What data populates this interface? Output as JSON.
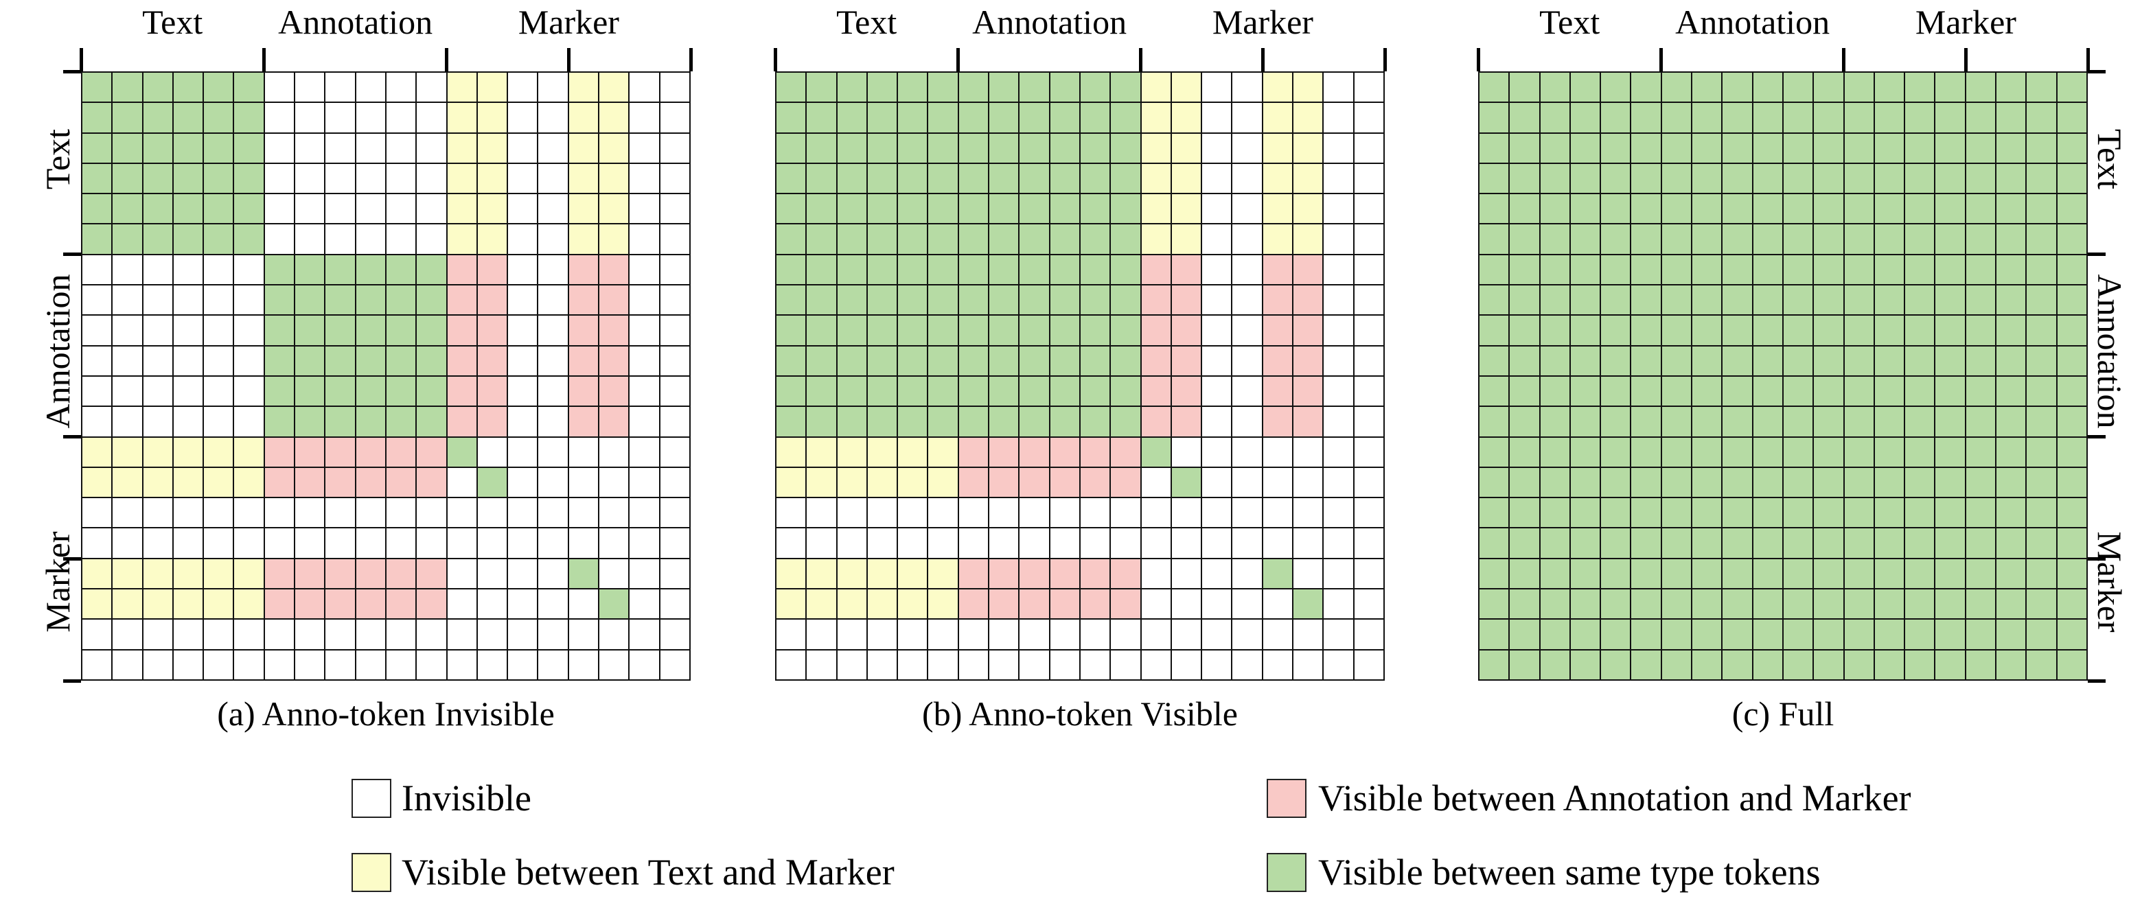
{
  "figure": {
    "group_labels": [
      "Text",
      "Annotation",
      "Marker"
    ],
    "tick_positions": [
      0,
      6,
      12,
      16,
      20
    ],
    "grid_size": 20,
    "colors": {
      "G": "#b6dba4",
      "Y": "#fcfcc8",
      "P": "#f9c9c6",
      "W": "#ffffff"
    },
    "panels": [
      {
        "caption": "(a) Anno-token Invisible",
        "row_labels_side": "left",
        "rows": [
          "GGGGGGWWWWWWYYWWYYWW",
          "GGGGGGWWWWWWYYWWYYWW",
          "GGGGGGWWWWWWYYWWYYWW",
          "GGGGGGWWWWWWYYWWYYWW",
          "GGGGGGWWWWWWYYWWYYWW",
          "GGGGGGWWWWWWYYWWYYWW",
          "WWWWWWGGGGGGPPWWPPWW",
          "WWWWWWGGGGGGPPWWPPWW",
          "WWWWWWGGGGGGPPWWPPWW",
          "WWWWWWGGGGGGPPWWPPWW",
          "WWWWWWGGGGGGPPWWPPWW",
          "WWWWWWGGGGGGPPWWPPWW",
          "YYYYYYPPPPPPGWWWWWWW",
          "YYYYYYPPPPPPWGWWWWWW",
          "WWWWWWWWWWWWWWWWWWWW",
          "WWWWWWWWWWWWWWWWWWWW",
          "YYYYYYPPPPPPWWWWGWWW",
          "YYYYYYPPPPPPWWWWWGWW",
          "WWWWWWWWWWWWWWWWWWWW",
          "WWWWWWWWWWWWWWWWWWWW"
        ]
      },
      {
        "caption": "(b) Anno-token Visible",
        "row_labels_side": "none",
        "rows": [
          "GGGGGGGGGGGGYYWWYYWW",
          "GGGGGGGGGGGGYYWWYYWW",
          "GGGGGGGGGGGGYYWWYYWW",
          "GGGGGGGGGGGGYYWWYYWW",
          "GGGGGGGGGGGGYYWWYYWW",
          "GGGGGGGGGGGGYYWWYYWW",
          "GGGGGGGGGGGGPPWWPPWW",
          "GGGGGGGGGGGGPPWWPPWW",
          "GGGGGGGGGGGGPPWWPPWW",
          "GGGGGGGGGGGGPPWWPPWW",
          "GGGGGGGGGGGGPPWWPPWW",
          "GGGGGGGGGGGGPPWWPPWW",
          "YYYYYYPPPPPPGWWWWWWW",
          "YYYYYYPPPPPPWGWWWWWW",
          "WWWWWWWWWWWWWWWWWWWW",
          "WWWWWWWWWWWWWWWWWWWW",
          "YYYYYYPPPPPPWWWWGWWW",
          "YYYYYYPPPPPPWWWWWGWW",
          "WWWWWWWWWWWWWWWWWWWW",
          "WWWWWWWWWWWWWWWWWWWW"
        ]
      },
      {
        "caption": "(c) Full",
        "row_labels_side": "right",
        "rows": [
          "GGGGGGGGGGGGGGGGGGGG",
          "GGGGGGGGGGGGGGGGGGGG",
          "GGGGGGGGGGGGGGGGGGGG",
          "GGGGGGGGGGGGGGGGGGGG",
          "GGGGGGGGGGGGGGGGGGGG",
          "GGGGGGGGGGGGGGGGGGGG",
          "GGGGGGGGGGGGGGGGGGGG",
          "GGGGGGGGGGGGGGGGGGGG",
          "GGGGGGGGGGGGGGGGGGGG",
          "GGGGGGGGGGGGGGGGGGGG",
          "GGGGGGGGGGGGGGGGGGGG",
          "GGGGGGGGGGGGGGGGGGGG",
          "GGGGGGGGGGGGGGGGGGGG",
          "GGGGGGGGGGGGGGGGGGGG",
          "GGGGGGGGGGGGGGGGGGGG",
          "GGGGGGGGGGGGGGGGGGGG",
          "GGGGGGGGGGGGGGGGGGGG",
          "GGGGGGGGGGGGGGGGGGGG",
          "GGGGGGGGGGGGGGGGGGGG",
          "GGGGGGGGGGGGGGGGGGGG"
        ]
      }
    ],
    "legend": [
      {
        "key": "W",
        "label": "Invisible"
      },
      {
        "key": "Y",
        "label": "Visible between Text and Marker"
      },
      {
        "key": "P",
        "label": "Visible between Annotation and Marker"
      },
      {
        "key": "G",
        "label": "Visible between same type tokens"
      }
    ]
  },
  "chart_data": {
    "type": "heatmap",
    "title": "Attention visibility masks",
    "token_groups": [
      {
        "name": "Text",
        "span": [
          0,
          6
        ]
      },
      {
        "name": "Annotation",
        "span": [
          6,
          12
        ]
      },
      {
        "name": "Marker",
        "span": [
          12,
          20
        ]
      }
    ],
    "value_legend": {
      "W": "Invisible",
      "Y": "Visible between Text and Marker",
      "P": "Visible between Annotation and Marker",
      "G": "Visible between same type tokens"
    },
    "panels": [
      "(a) Anno-token Invisible",
      "(b) Anno-token Visible",
      "(c) Full"
    ]
  }
}
